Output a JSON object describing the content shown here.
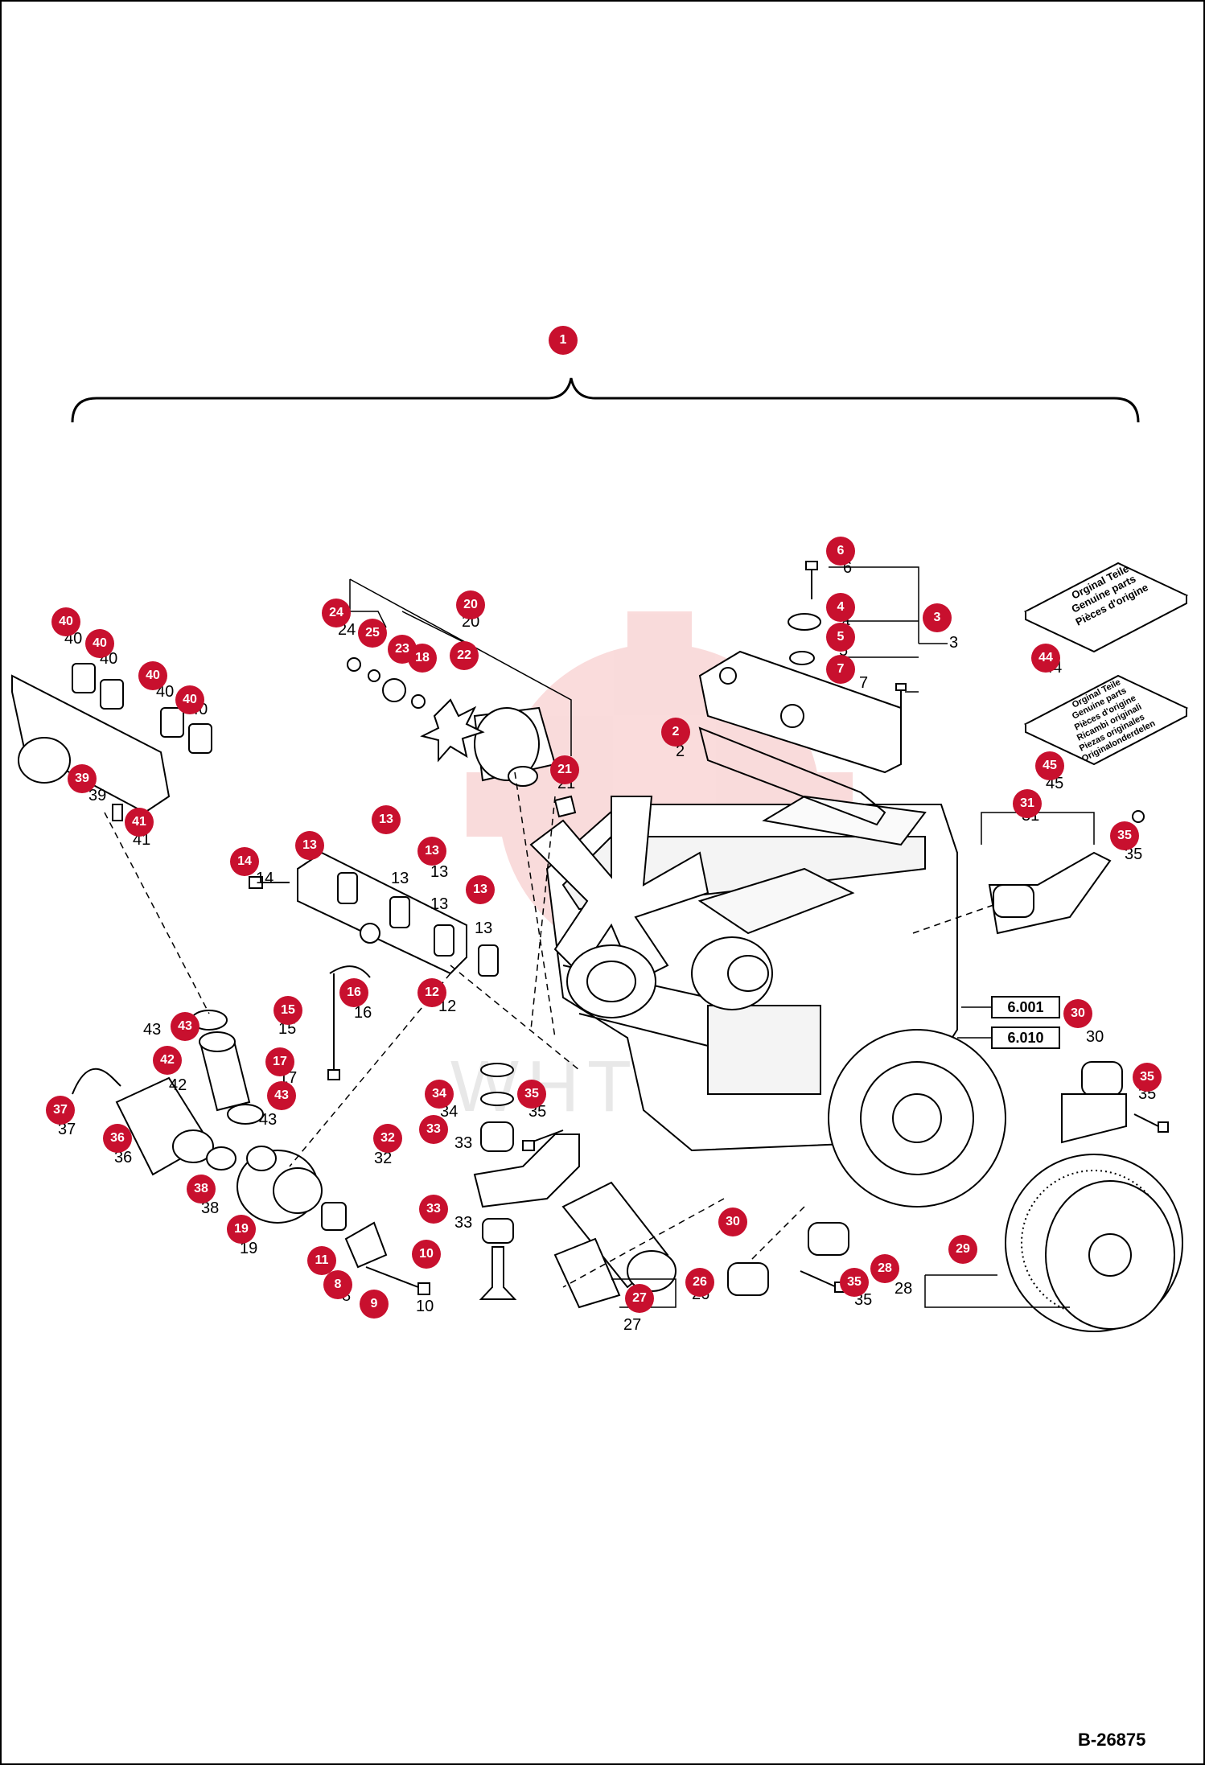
{
  "drawing_id": "B-26875",
  "watermark": "WHTLK",
  "reference_boxes": [
    {
      "id": "ref-6001",
      "label": "6.001"
    },
    {
      "id": "ref-6010",
      "label": "6.010"
    }
  ],
  "packet_labels": {
    "packet1": [
      "Orginal Teile",
      "Genuine parts",
      "Pièces d'origine"
    ],
    "packet2": [
      "Orginal Teile",
      "Genuine parts",
      "Pièces d'origine",
      "Ricambi originali",
      "Piezas originales",
      "Originalonderdelen"
    ]
  },
  "callouts": [
    {
      "n": "1"
    },
    {
      "n": "6"
    },
    {
      "n": "4"
    },
    {
      "n": "3"
    },
    {
      "n": "5"
    },
    {
      "n": "7"
    },
    {
      "n": "2"
    },
    {
      "n": "20"
    },
    {
      "n": "24"
    },
    {
      "n": "25"
    },
    {
      "n": "23"
    },
    {
      "n": "18"
    },
    {
      "n": "22"
    },
    {
      "n": "21"
    },
    {
      "n": "44"
    },
    {
      "n": "45"
    },
    {
      "n": "31"
    },
    {
      "n": "35"
    },
    {
      "n": "40"
    },
    {
      "n": "40"
    },
    {
      "n": "40"
    },
    {
      "n": "40"
    },
    {
      "n": "39"
    },
    {
      "n": "41"
    },
    {
      "n": "14"
    },
    {
      "n": "13"
    },
    {
      "n": "13"
    },
    {
      "n": "13"
    },
    {
      "n": "13"
    },
    {
      "n": "16"
    },
    {
      "n": "12"
    },
    {
      "n": "15"
    },
    {
      "n": "17"
    },
    {
      "n": "43"
    },
    {
      "n": "42"
    },
    {
      "n": "43"
    },
    {
      "n": "37"
    },
    {
      "n": "36"
    },
    {
      "n": "38"
    },
    {
      "n": "19"
    },
    {
      "n": "11"
    },
    {
      "n": "8"
    },
    {
      "n": "9"
    },
    {
      "n": "34"
    },
    {
      "n": "35"
    },
    {
      "n": "32"
    },
    {
      "n": "33"
    },
    {
      "n": "33"
    },
    {
      "n": "10"
    },
    {
      "n": "30"
    },
    {
      "n": "35"
    },
    {
      "n": "26"
    },
    {
      "n": "27"
    },
    {
      "n": "30"
    },
    {
      "n": "35"
    },
    {
      "n": "28"
    },
    {
      "n": "29"
    }
  ],
  "plain_labels": [
    "6",
    "4",
    "3",
    "5",
    "7",
    "2",
    "20",
    "24",
    "18",
    "21",
    "14",
    "13",
    "13",
    "13",
    "13",
    "16",
    "12",
    "15",
    "17",
    "43",
    "42",
    "43",
    "37",
    "36",
    "38",
    "19",
    "8",
    "9",
    "34",
    "35",
    "32",
    "33",
    "33",
    "10",
    "30",
    "35",
    "26",
    "27",
    "35",
    "28",
    "44",
    "45",
    "31",
    "35",
    "40",
    "40",
    "40",
    "40",
    "39",
    "41"
  ]
}
